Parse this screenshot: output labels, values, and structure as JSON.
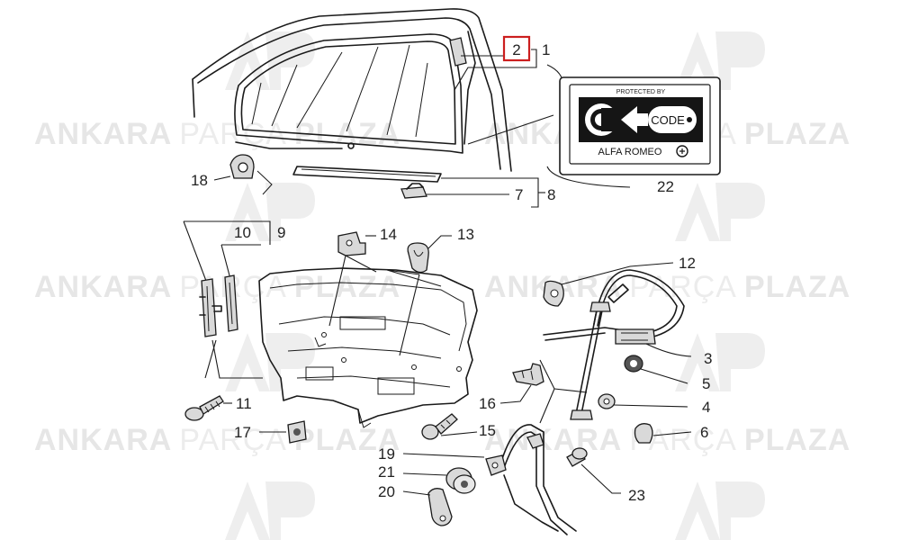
{
  "watermark": {
    "brand_bold_left": "ANKARA",
    "brand_light": "PARÇA",
    "brand_bold_right": "PLAZA"
  },
  "label_box": {
    "border_color": "#cc1f1f",
    "text": "2"
  },
  "callouts": [
    "1",
    "3",
    "4",
    "5",
    "6",
    "7",
    "8",
    "9",
    "10",
    "11",
    "12",
    "13",
    "14",
    "15",
    "16",
    "17",
    "18",
    "19",
    "20",
    "21",
    "22",
    "23"
  ],
  "code_label": {
    "top_text": "PROTECTED BY",
    "code_text": "CODE",
    "brand_text": "ALFA ROMEO"
  }
}
